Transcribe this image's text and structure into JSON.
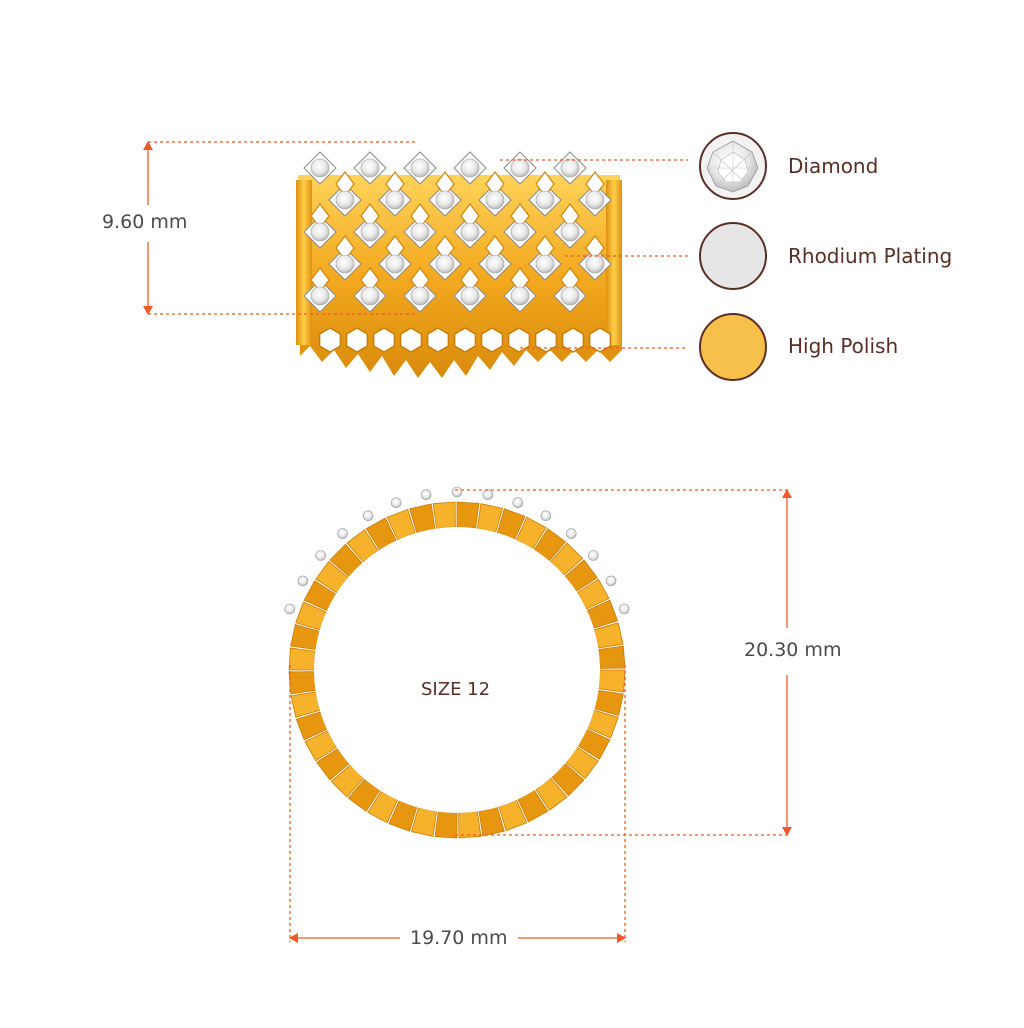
{
  "dimensions": {
    "height": "9.60 mm",
    "inner_height": "20.30 mm",
    "inner_width": "19.70 mm"
  },
  "size_label": "SIZE 12",
  "legend": {
    "items": [
      {
        "label": "Diamond",
        "icon": "diamond-swatch-icon",
        "fill": "#f2f2f2"
      },
      {
        "label": "Rhodium Plating",
        "icon": "rhodium-swatch-icon",
        "fill": "#e6e6e6"
      },
      {
        "label": "High Polish",
        "icon": "gold-swatch-icon",
        "fill": "#f7c04a"
      }
    ]
  },
  "colors": {
    "dimension_line": "#f05a28",
    "swatch_ring": "#5a2e24",
    "gold": "#f3a91f",
    "gold_dark": "#d98a0c",
    "gold_light": "#ffd35a",
    "diamond": "#f4f4f4",
    "text": "#5a2e24"
  }
}
